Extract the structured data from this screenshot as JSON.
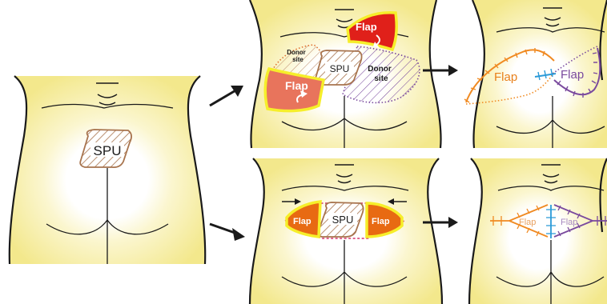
{
  "labels": {
    "spu": "SPU",
    "flap": "Flap",
    "donor_site_line1": "Donor",
    "donor_site_line2": "site"
  },
  "colors": {
    "skin_edge": "#f4e98a",
    "skin_mid": "#fbf5c8",
    "skin_center": "#ffffff",
    "outline": "#1a1a1a",
    "ulcer": "#a8744e",
    "flap_salmon": "#e8745c",
    "flap_red": "#e0201a",
    "flap_orange": "#e86a12",
    "flap_yellow_border": "#f6ee2a",
    "orange_suture": "#f08a22",
    "purple_suture": "#7a4a9e",
    "blue_suture": "#2a9ad8",
    "pink_dash": "#d6336c"
  }
}
